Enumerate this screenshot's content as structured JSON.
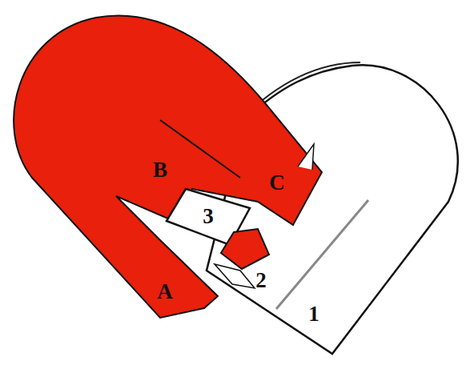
{
  "diagram": {
    "labels": [
      "B",
      "C",
      "3",
      "2",
      "A",
      "1"
    ]
  }
}
